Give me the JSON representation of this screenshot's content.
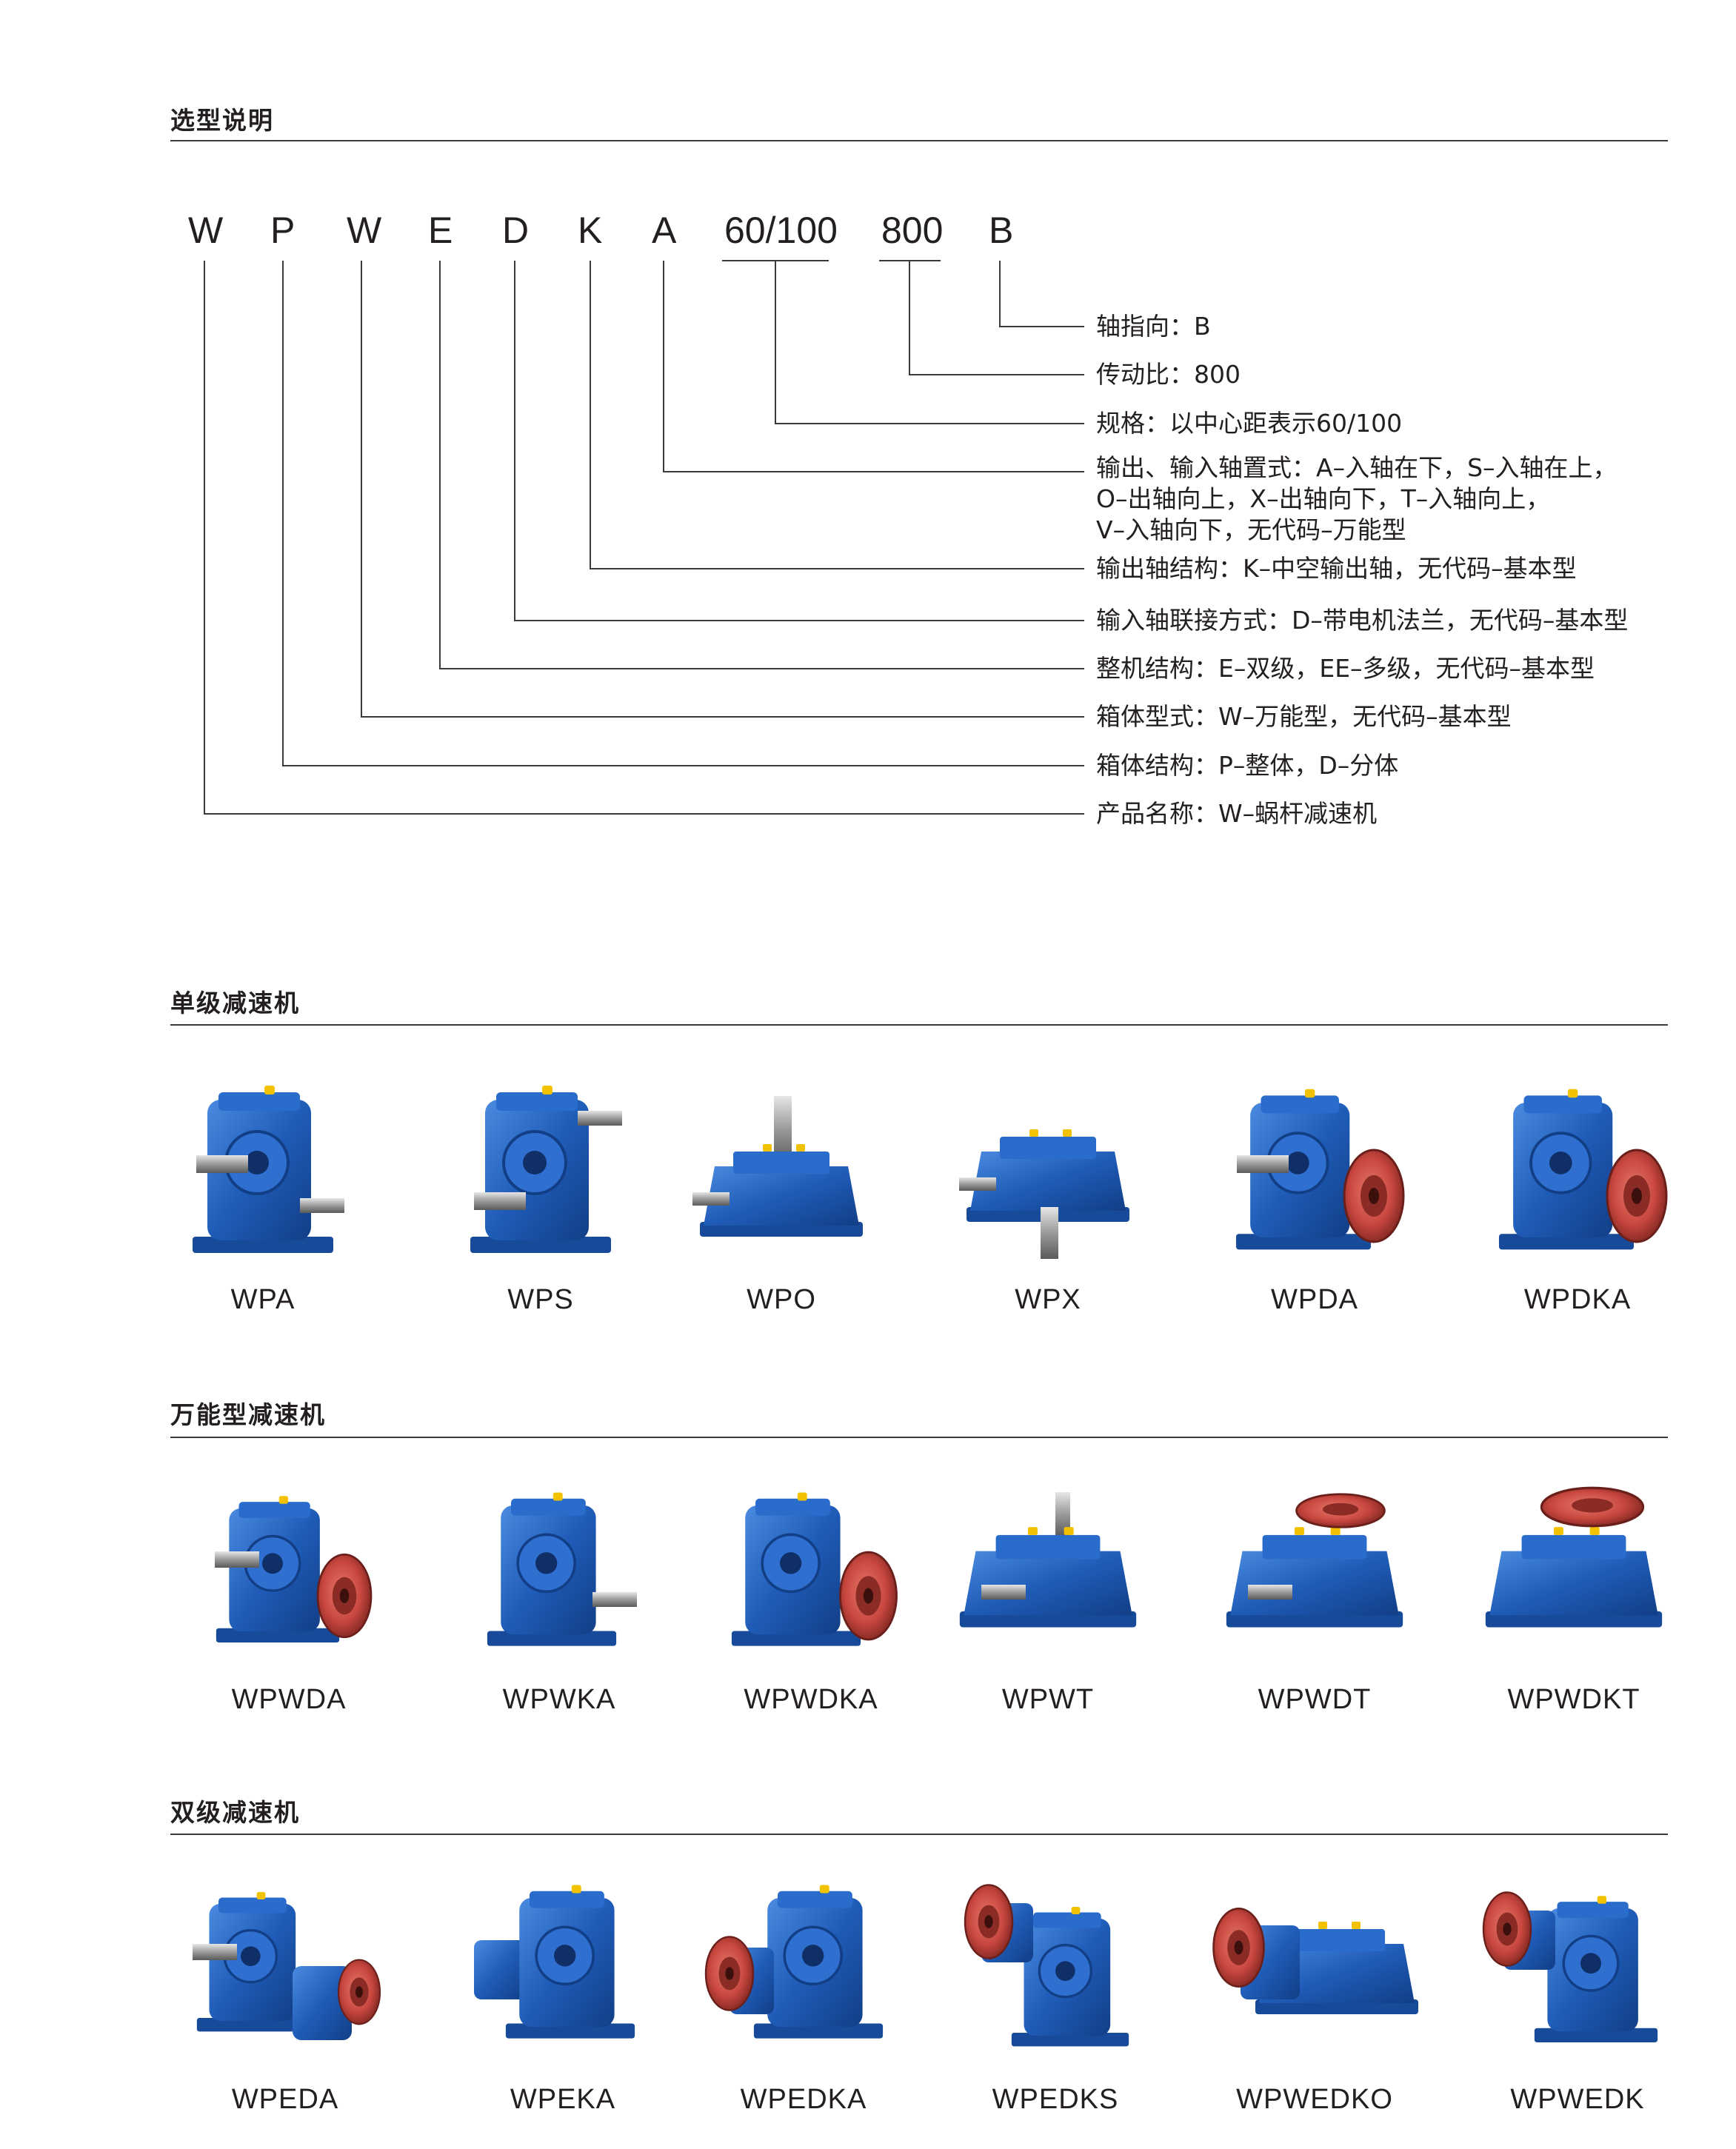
{
  "selection": {
    "title": "选型说明",
    "code_parts": [
      "W",
      "P",
      "W",
      "E",
      "D",
      "K",
      "A",
      "60/100",
      "800",
      "B"
    ],
    "descriptions": [
      [
        "轴指向：B"
      ],
      [
        "传动比：800"
      ],
      [
        "规格：以中心距表示60/100"
      ],
      [
        "输出、输入轴置式：A–入轴在下，S–入轴在上，",
        "O–出轴向上，X–出轴向下，T–入轴向上，",
        "V–入轴向下，无代码–万能型"
      ],
      [
        "输出轴结构：K–中空输出轴，无代码–基本型"
      ],
      [
        "输入轴联接方式：D–带电机法兰，无代码–基本型"
      ],
      [
        "整机结构：E–双级，EE–多级，无代码–基本型"
      ],
      [
        "箱体型式：W–万能型，无代码–基本型"
      ],
      [
        "箱体结构：P–整体，D–分体"
      ],
      [
        "产品名称：W–蜗杆减速机"
      ]
    ]
  },
  "sections": [
    {
      "title": "单级减速机",
      "products": [
        "WPA",
        "WPS",
        "WPO",
        "WPX",
        "WPDA",
        "WPDKA"
      ]
    },
    {
      "title": "万能型减速机",
      "products": [
        "WPWDA",
        "WPWKA",
        "WPWDKA",
        "WPWT",
        "WPWDT",
        "WPWDKT"
      ]
    },
    {
      "title": "双级减速机",
      "products": [
        "WPEDA",
        "WPEKA",
        "WPEDKA",
        "WPEDKS",
        "WPWEDKO",
        "WPWEDK"
      ]
    }
  ],
  "colors": {
    "body_blue": "#1f5cb8",
    "flange_red": "#c8473f",
    "accent_yellow": "#f2c200"
  }
}
